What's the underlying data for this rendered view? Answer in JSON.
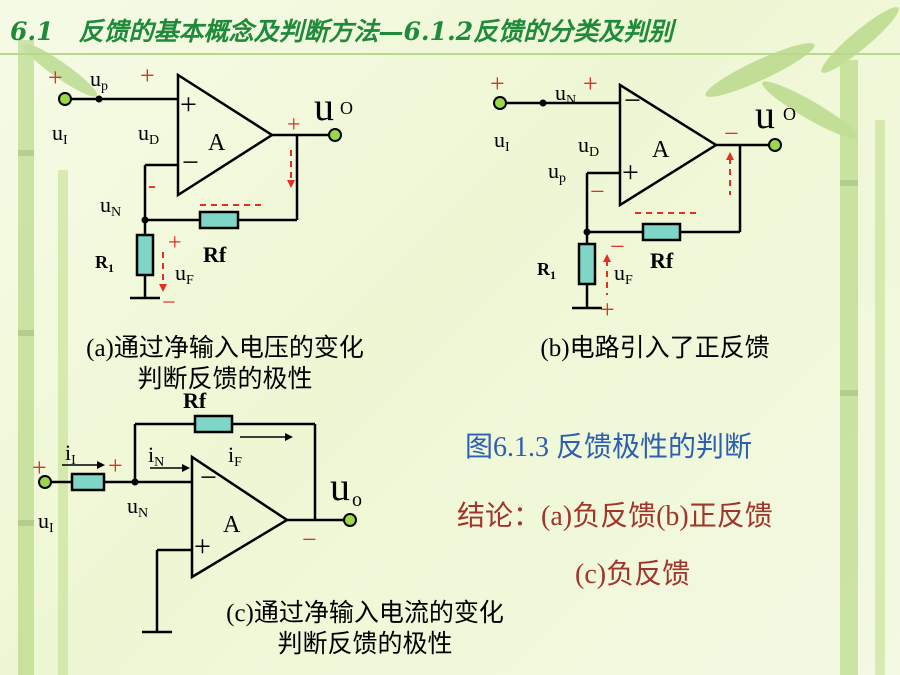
{
  "slide": {
    "title": "6.1　反馈的基本概念及判断方法—6.1.2反馈的分类及判别"
  },
  "circuit_a": {
    "caption_line1": "(a)通过净输入电压的变化",
    "caption_line2": "判断反馈的极性",
    "labels": {
      "plus_in": "+",
      "up": "u",
      "up_sub": "p",
      "plus_up": "+",
      "ui": "u",
      "ui_sub": "I",
      "ud": "u",
      "ud_sub": "D",
      "un": "u",
      "un_sub": "N",
      "minus_n": "-",
      "opamp": "A",
      "op_plus": "+",
      "op_minus": "−",
      "uo": "u",
      "uo_sub": "O",
      "out_plus": "+",
      "rf": "Rf",
      "r1": "R",
      "r1_sub": "1",
      "uf": "u",
      "uf_sub": "F",
      "uf_plus": "+",
      "uf_minus": "−"
    }
  },
  "circuit_b": {
    "caption": "(b)电路引入了正反馈",
    "labels": {
      "plus_in": "+",
      "un": "u",
      "un_sub": "N",
      "plus_un": "+",
      "ui": "u",
      "ui_sub": "I",
      "ud": "u",
      "ud_sub": "D",
      "up": "u",
      "up_sub": "p",
      "minus_p": "−",
      "opamp": "A",
      "op_plus": "+",
      "op_minus": "−",
      "uo": "u",
      "uo_sub": "O",
      "out_minus": "−",
      "rf": "Rf",
      "r1": "R",
      "r1_sub": "1",
      "uf": "u",
      "uf_sub": "F",
      "uf_minus": "−",
      "uf_plus": "+"
    }
  },
  "circuit_c": {
    "caption_line1": "(c)通过净输入电流的变化",
    "caption_line2": "判断反馈的极性",
    "labels": {
      "plus_in": "+",
      "ii": "i",
      "ii_sub": "I",
      "plus_mid": "+",
      "in": "i",
      "in_sub": "N",
      "if": "i",
      "if_sub": "F",
      "ui": "u",
      "ui_sub": "I",
      "un": "u",
      "un_sub": "N",
      "opamp": "A",
      "op_plus": "+",
      "op_minus": "−",
      "uo": "u",
      "uo_sub": "o",
      "out_minus": "−",
      "rf": "Rf"
    }
  },
  "figure_title": "图6.1.3 反馈极性的判断",
  "conclusion": {
    "prefix": "结论：",
    "line1": "(a)负反馈(b)正反馈",
    "line2": "(c)负反馈"
  },
  "colors": {
    "title": "#1f8a3a",
    "wire": "#000000",
    "resistor_fill": "#7fd6c6",
    "terminal_fill": "#9ad84a",
    "polarity_red": "#e03020",
    "figure_title": "#2d5fb0",
    "conclusion": "#a0352a",
    "bamboo": "#8cc24a"
  }
}
